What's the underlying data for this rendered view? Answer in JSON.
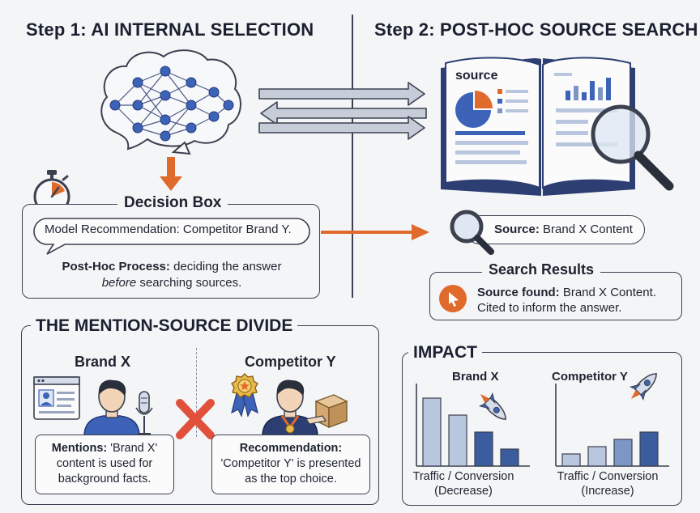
{
  "step1": {
    "title": "Step 1: AI INTERNAL SELECTION"
  },
  "step2": {
    "title": "Step 2: POST-HOC SOURCE SEARCH"
  },
  "book": {
    "label": "source"
  },
  "decision": {
    "title": "Decision Box",
    "recommendation": "Model Recommendation: Competitor Brand Y.",
    "process_label": "Post-Hoc Process:",
    "process_text_1": "deciding the answer",
    "process_em": "before",
    "process_text_2": "searching sources."
  },
  "source_search": {
    "label": "Source:",
    "value": "Brand X Content"
  },
  "search_results": {
    "title": "Search Results",
    "found_label": "Source found:",
    "found_text": "Brand X Content.",
    "line2": "Cited to inform the answer."
  },
  "divide": {
    "title": "THE MENTION-SOURCE DIVIDE",
    "brand_x": {
      "name": "Brand X",
      "caption_label": "Mentions:",
      "caption_line1": "'Brand X'",
      "caption_line2": "content is used for",
      "caption_line3": "background facts."
    },
    "competitor_y": {
      "name": "Competitor Y",
      "caption_label": "Recommendation:",
      "caption_line1": "'Competitor Y' is presented",
      "caption_line2": "as the top choice."
    }
  },
  "impact": {
    "title": "IMPACT",
    "left": {
      "name": "Brand X",
      "caption_line1": "Traffic / Conversion",
      "caption_line2": "(Decrease)",
      "values": [
        4,
        3,
        2,
        1
      ]
    },
    "right": {
      "name": "Competitor Y",
      "caption_line1": "Traffic / Conversion",
      "caption_line2": "(Increase)",
      "values": [
        1,
        1.6,
        2.2,
        2.8
      ]
    }
  },
  "colors": {
    "accent_orange": "#e06a2c",
    "navy": "#2c3e72",
    "bar_light": "#b8c6de",
    "bar_mid": "#7d97c4",
    "bar_dark": "#3b5c9e",
    "red_x": "#e0503a"
  }
}
